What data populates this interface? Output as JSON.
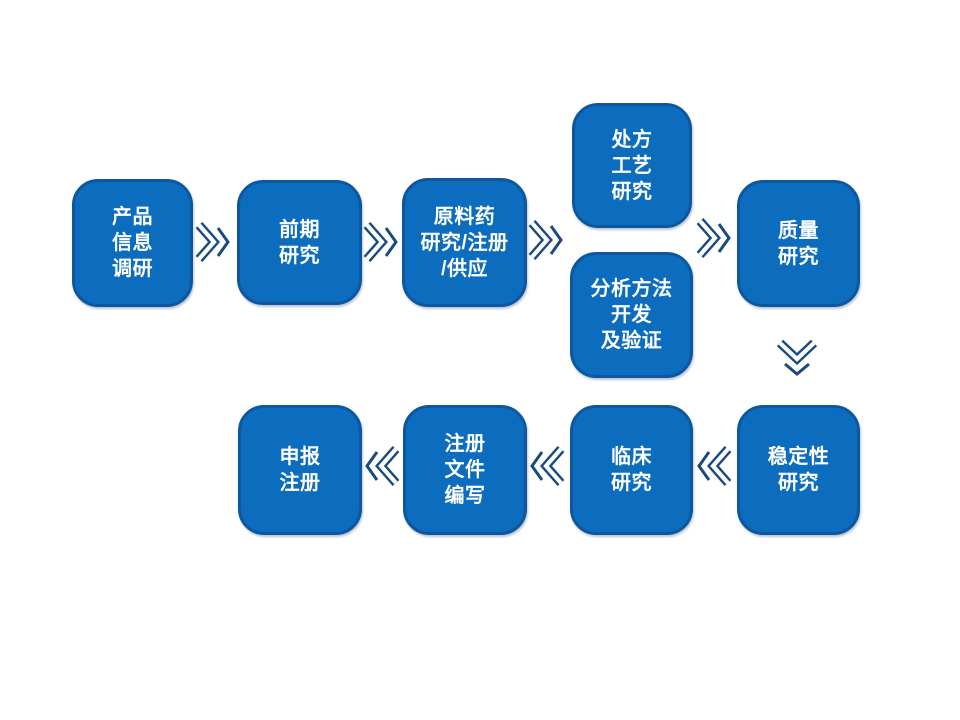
{
  "colors": {
    "background": "#FFFFFF",
    "box_fill": "#0C6CBE",
    "box_border": "#0D57A0",
    "box_text": "#FFFFFF",
    "arrow": "#1A4A7E"
  },
  "flowchart": {
    "nodes": [
      {
        "id": "product-info-research",
        "label": "产品\n信息\n调研"
      },
      {
        "id": "preliminary-research",
        "label": "前期\n研究"
      },
      {
        "id": "api-research-reg-supply",
        "label": "原料药\n研究/注册\n/供应"
      },
      {
        "id": "formulation-process-research",
        "label": "处方\n工艺\n研究"
      },
      {
        "id": "analytical-method-dev-valid",
        "label": "分析方法\n开发\n及验证"
      },
      {
        "id": "quality-research",
        "label": "质量\n研究"
      },
      {
        "id": "stability-research",
        "label": "稳定性\n研究"
      },
      {
        "id": "clinical-research",
        "label": "临床\n研究"
      },
      {
        "id": "registration-dossier-writing",
        "label": "注册\n文件\n编写"
      },
      {
        "id": "application-for-registration",
        "label": "申报\n注册"
      }
    ],
    "arrows": [
      {
        "from": "产品信息调研",
        "to": "前期研究",
        "direction": "right"
      },
      {
        "from": "前期研究",
        "to": "原料药研究/注册/供应",
        "direction": "right"
      },
      {
        "from": "原料药研究/注册/供应",
        "to": "处方工艺研究 / 分析方法开发及验证",
        "direction": "right"
      },
      {
        "from": "处方工艺研究 / 分析方法开发及验证",
        "to": "质量研究",
        "direction": "right"
      },
      {
        "from": "质量研究",
        "to": "稳定性研究",
        "direction": "down"
      },
      {
        "from": "稳定性研究",
        "to": "临床研究",
        "direction": "left"
      },
      {
        "from": "临床研究",
        "to": "注册文件编写",
        "direction": "left"
      },
      {
        "from": "注册文件编写",
        "to": "申报注册",
        "direction": "left"
      }
    ]
  }
}
